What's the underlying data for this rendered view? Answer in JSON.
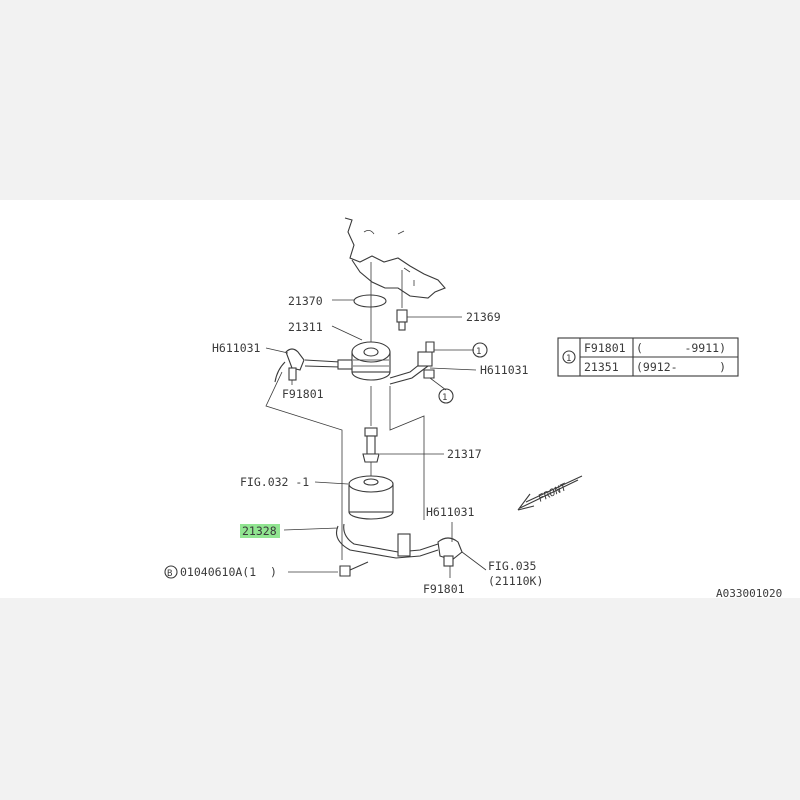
{
  "diagram": {
    "parts": {
      "p21370": "21370",
      "p21311": "21311",
      "p21369": "21369",
      "h611031_left": "H611031",
      "f91801_left": "F91801",
      "h611031_right": "H611031",
      "p21317": "21317",
      "fig032": "FIG.032 -1",
      "p21328": "21328",
      "h611031_bottom": "H611031",
      "bolt": "01040610A(1",
      "bolt_prefix": "B",
      "f91801_bottom": "F91801",
      "fig035_a": "FIG.035",
      "fig035_b": "(21110K)",
      "ref1": "1",
      "ref2": "1",
      "front": "FRONT"
    },
    "legend": {
      "marker": "1",
      "rows": [
        {
          "part": "F91801",
          "range": "(      -9911)"
        },
        {
          "part": "21351",
          "range": "(9912-      )"
        }
      ]
    },
    "drawing_code": "A033001020",
    "highlight_color": "#7ee07e",
    "line_color": "#3a3a3a"
  }
}
